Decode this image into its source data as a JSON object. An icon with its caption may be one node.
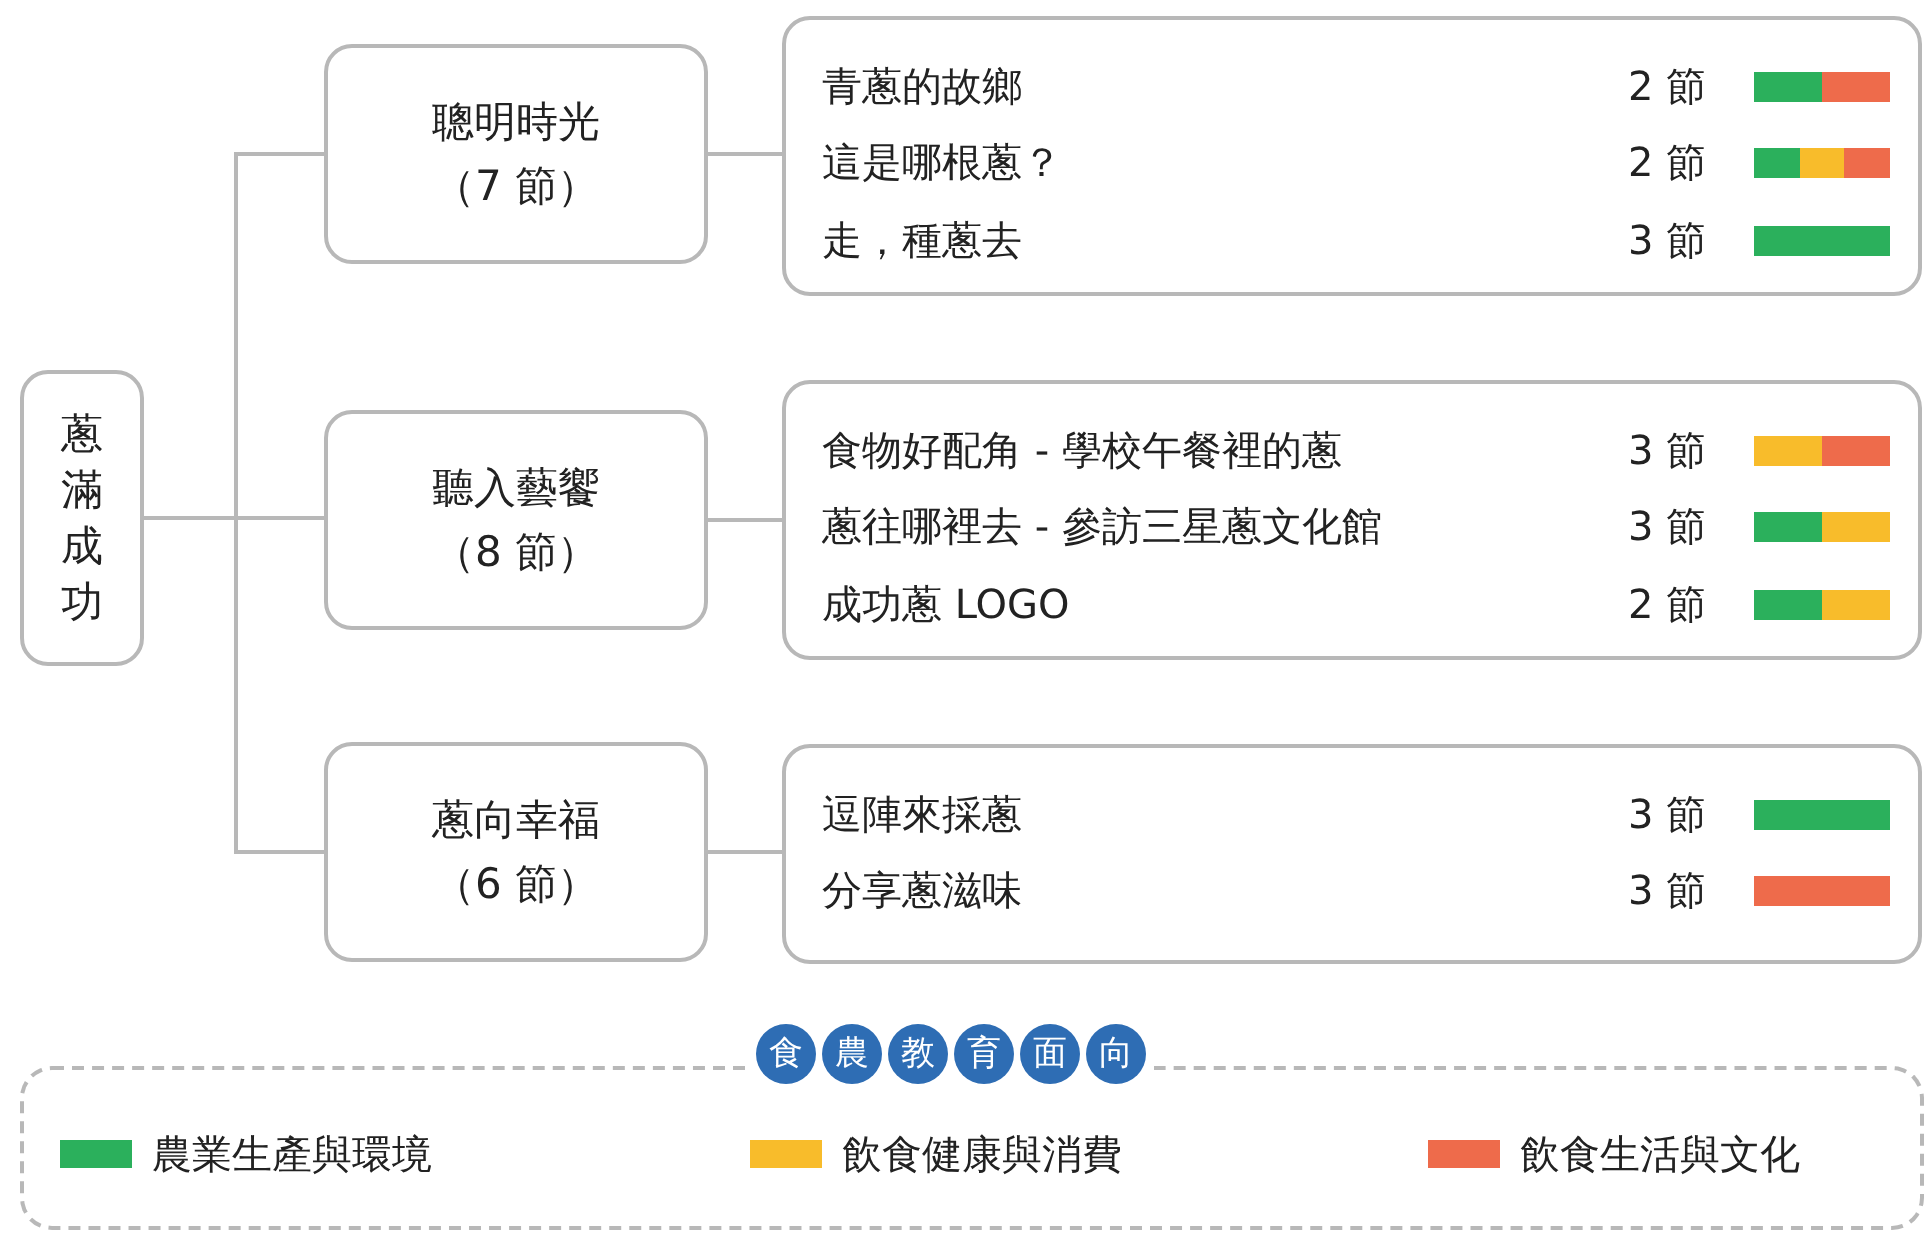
{
  "diagram": {
    "nodes": [
      {
        "text": [
          "蔥滿成功"
        ]
      },
      {
        "text": [
          "聰明時光",
          "（7 節）"
        ]
      },
      {
        "text": [],
        "shape": "box"
      },
      {
        "text": [
          "青蔥的故鄉",
          "2 節"
        ],
        "in": 2
      },
      {
        "text": [
          "這是哪根蔥？",
          "2 節"
        ],
        "in": 2
      },
      {
        "text": [
          "走，種蔥去",
          "3 節"
        ],
        "in": 2
      },
      {
        "text": [
          "聽入藝饗",
          "（8 節）"
        ]
      },
      {
        "text": [],
        "shape": "box"
      },
      {
        "text": [
          "食物好配角 - 學校午餐裡的蔥",
          "3 節"
        ],
        "in": 7
      },
      {
        "text": [
          "蔥往哪裡去 - 參訪三星蔥文化館",
          "3 節"
        ],
        "in": 7
      },
      {
        "text": [
          "成功蔥 LOGO",
          "2 節"
        ],
        "in": 7
      },
      {
        "text": [
          "蔥向幸福",
          "（6 節）"
        ]
      },
      {
        "text": [],
        "shape": "box"
      },
      {
        "text": [
          "逗陣來採蔥",
          "3 節"
        ],
        "in": 12
      },
      {
        "text": [
          "分享蔥滋味",
          "3 節"
        ],
        "in": 12
      }
    ],
    "edges": [
      {
        "from": 0,
        "to": 1,
        "arrow": "none"
      },
      {
        "from": 0,
        "to": 6,
        "arrow": "none"
      },
      {
        "from": 0,
        "to": 11,
        "arrow": "none"
      },
      {
        "from": 1,
        "to": 2,
        "arrow": "none"
      },
      {
        "from": 6,
        "to": 7,
        "arrow": "none"
      },
      {
        "from": 11,
        "to": 12,
        "arrow": "none"
      }
    ],
    "labels": [
      "食農教育面向"
    ],
    "legend": [
      {
        "text": "農業生產與環境",
        "color": "#2bb05c"
      },
      {
        "text": "飲食健康與消費",
        "color": "#f8bc2b"
      },
      {
        "text": "飲食生活與文化",
        "color": "#ee6b4b"
      }
    ]
  }
}
